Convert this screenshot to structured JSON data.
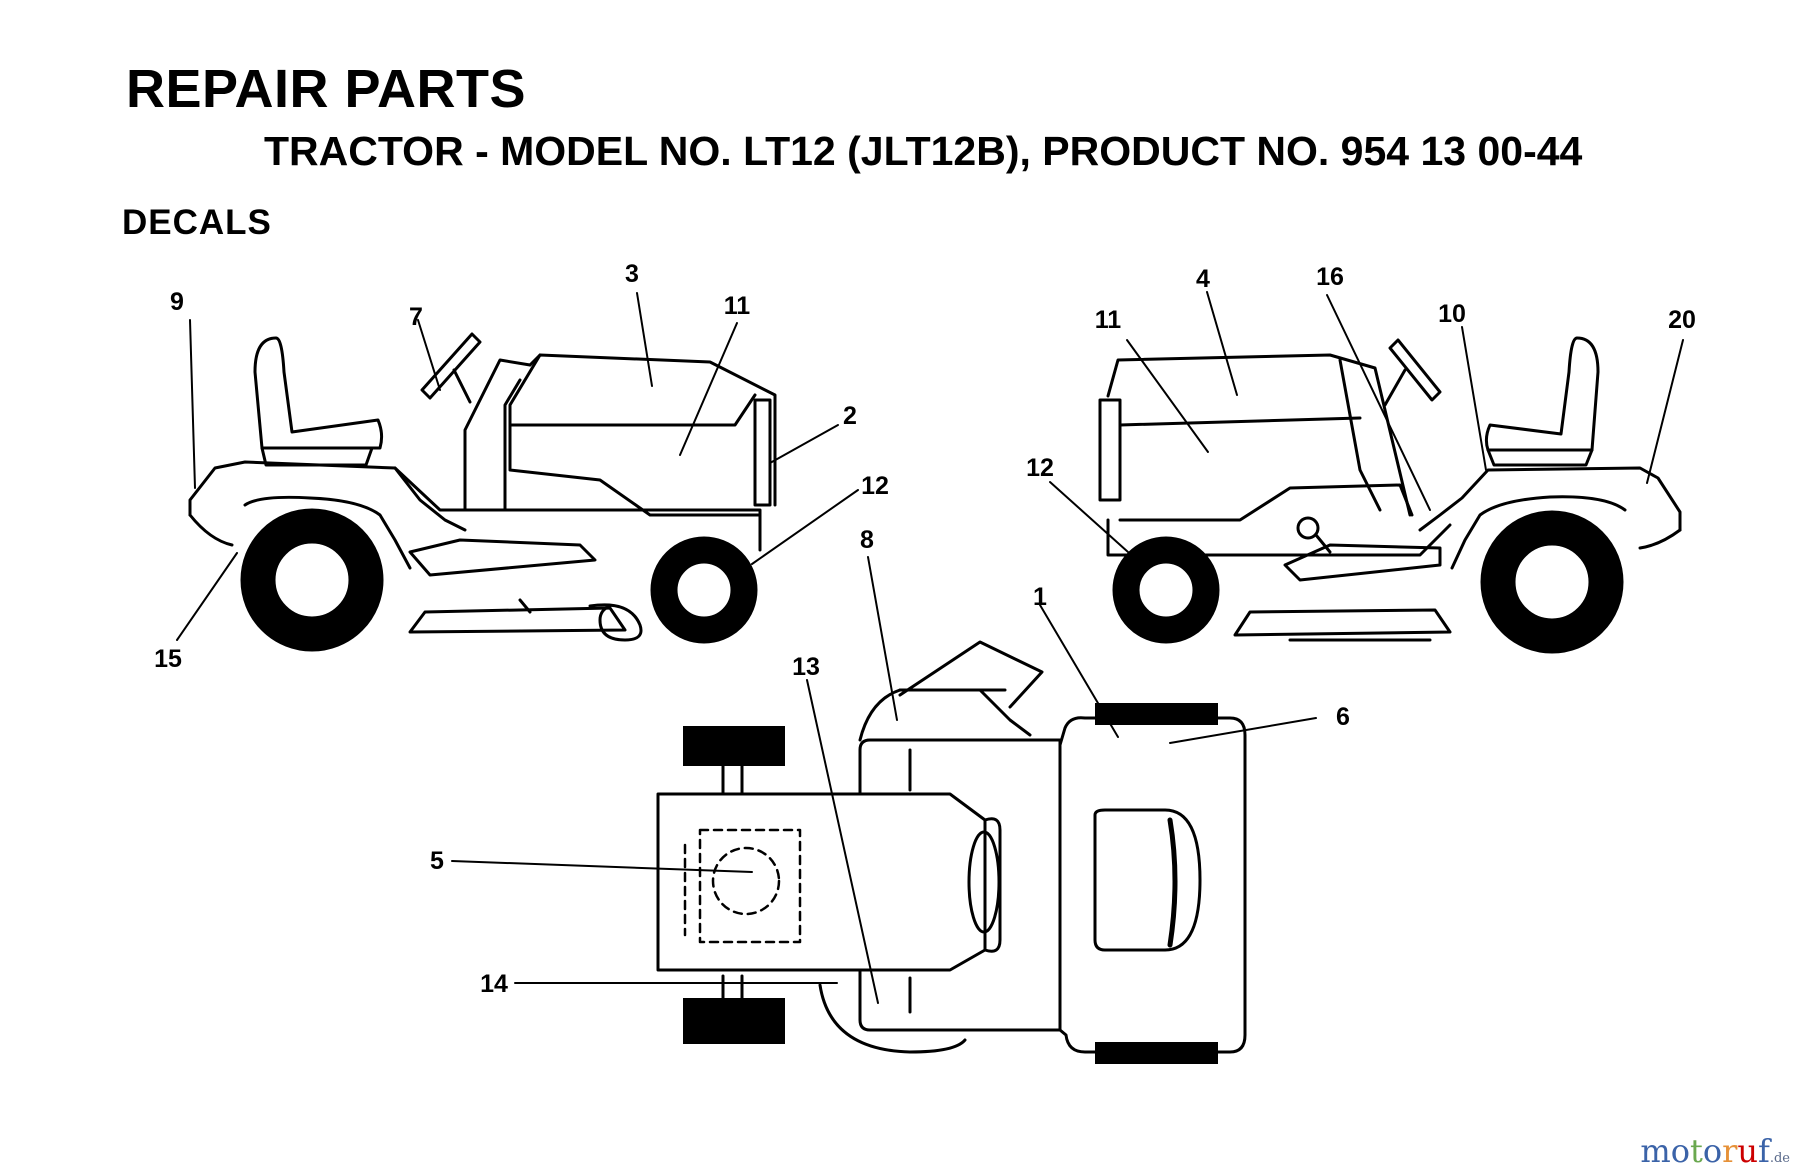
{
  "header": {
    "title": "REPAIR PARTS",
    "subtitle": "TRACTOR - MODEL NO. LT12 (JLT12B), PRODUCT NO. 954 13 00-44",
    "section": "DECALS"
  },
  "callouts": {
    "left_view": [
      "9",
      "7",
      "3",
      "11",
      "2",
      "12",
      "15"
    ],
    "right_view": [
      "4",
      "16",
      "11",
      "10",
      "20",
      "12"
    ],
    "top_view": [
      "8",
      "1",
      "13",
      "6",
      "5",
      "14"
    ]
  },
  "watermark": {
    "letters": [
      "m",
      "o",
      "t",
      "o",
      "r",
      "u",
      "f"
    ],
    "letter_colors": [
      "#3b63a8",
      "#3b63a8",
      "#6aa84f",
      "#3b63a8",
      "#e69138",
      "#cc0000",
      "#3b63a8"
    ],
    "suffix": ".de"
  }
}
